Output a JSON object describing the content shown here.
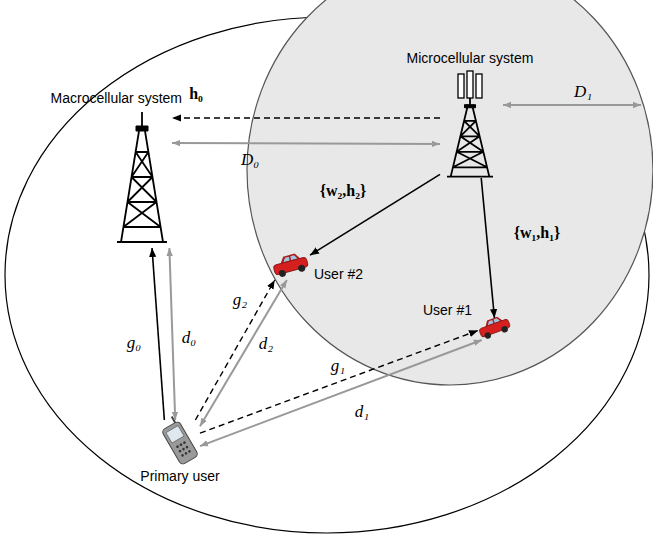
{
  "diagram": {
    "nodes": [
      {
        "text": [
          "Macrocellular system"
        ]
      },
      {
        "text": [
          "Microcellular system"
        ]
      },
      {
        "text": [
          "User #2"
        ]
      },
      {
        "text": [
          "User #1"
        ]
      },
      {
        "text": [
          "Primary user"
        ]
      }
    ],
    "edges": [
      {
        "from": 1,
        "to": 0,
        "arrow": "to",
        "label": "h₀"
      },
      {
        "from": 1,
        "to": 0,
        "arrow": "both",
        "label": "D₀"
      },
      {
        "from": 1,
        "to": 2,
        "arrow": "to",
        "label": "{w₂,h₂}"
      },
      {
        "from": 1,
        "to": 3,
        "arrow": "to",
        "label": "{w₁,h₁}"
      },
      {
        "from": 4,
        "to": 0,
        "arrow": "to",
        "label": "g₀"
      },
      {
        "from": 4,
        "to": 0,
        "arrow": "both",
        "label": "d₀"
      },
      {
        "from": 4,
        "to": 2,
        "arrow": "to",
        "label": "g₂"
      },
      {
        "from": 4,
        "to": 2,
        "arrow": "both",
        "label": "d₂"
      },
      {
        "from": 4,
        "to": 3,
        "arrow": "to",
        "label": "g₁"
      },
      {
        "from": 4,
        "to": 3,
        "arrow": "both",
        "label": "d₁"
      }
    ],
    "labels": [
      "D₁"
    ]
  }
}
